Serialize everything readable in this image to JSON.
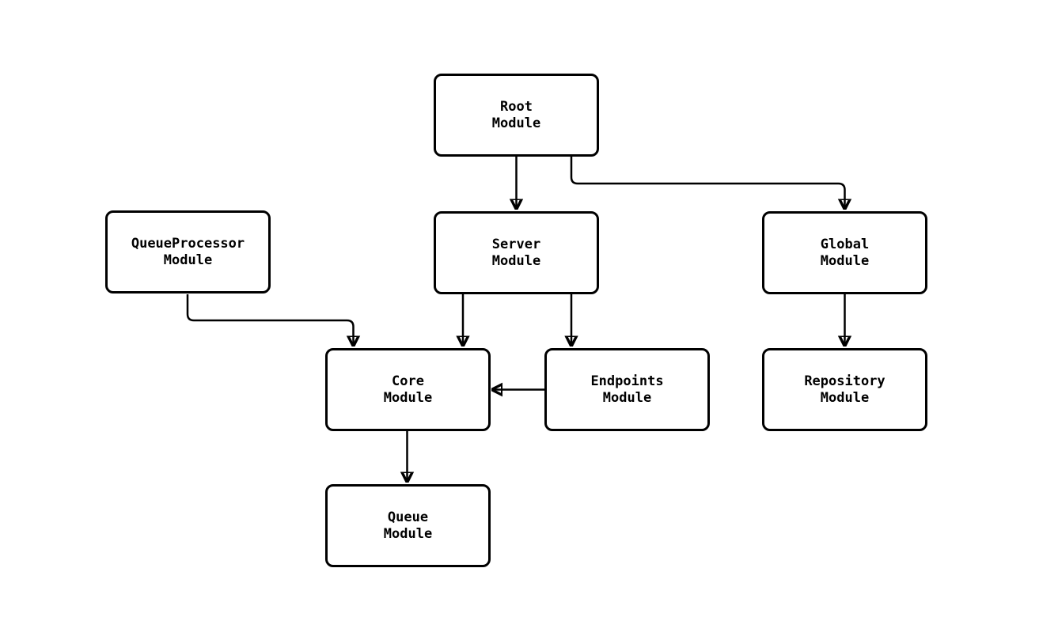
{
  "diagram": {
    "background_color": "#ffffff",
    "stroke_color": "#000000",
    "node_fill_color": "#ffffff",
    "nodes": [
      {
        "id": "root",
        "label": "Root\nModule"
      },
      {
        "id": "server",
        "label": "Server\nModule"
      },
      {
        "id": "global",
        "label": "Global\nModule"
      },
      {
        "id": "queueprocessor",
        "label": "QueueProcessor\nModule"
      },
      {
        "id": "core",
        "label": "Core\nModule"
      },
      {
        "id": "endpoints",
        "label": "Endpoints\nModule"
      },
      {
        "id": "repository",
        "label": "Repository\nModule"
      },
      {
        "id": "queue",
        "label": "Queue\nModule"
      }
    ],
    "edges": [
      {
        "from": "root",
        "to": "server"
      },
      {
        "from": "root",
        "to": "global"
      },
      {
        "from": "queueprocessor",
        "to": "core"
      },
      {
        "from": "server",
        "to": "core"
      },
      {
        "from": "server",
        "to": "endpoints"
      },
      {
        "from": "endpoints",
        "to": "core"
      },
      {
        "from": "global",
        "to": "repository"
      },
      {
        "from": "core",
        "to": "queue"
      }
    ]
  }
}
